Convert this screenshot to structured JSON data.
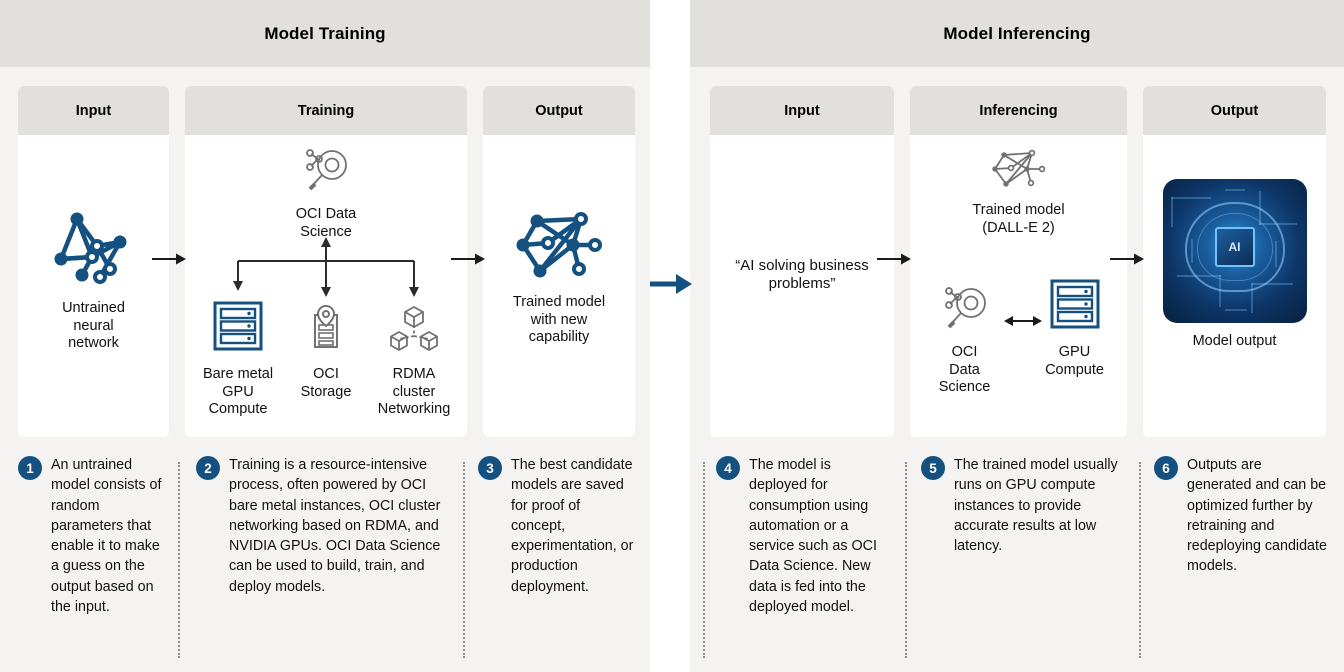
{
  "panels": [
    {
      "id": "training",
      "title": "Model Training",
      "columns": [
        {
          "key": "input",
          "header": "Input"
        },
        {
          "key": "training",
          "header": "Training"
        },
        {
          "key": "output",
          "header": "Output"
        }
      ],
      "nodes": {
        "untrained_model": "Untrained\nneural\nnetwork",
        "oci_data_science": "OCI Data\nScience",
        "bare_metal_gpu": "Bare metal\nGPU\nCompute",
        "oci_storage": "OCI\nStorage",
        "rdma_networking": "RDMA\ncluster\nNetworking",
        "trained_model": "Trained model\nwith new\ncapability"
      }
    },
    {
      "id": "inferencing",
      "title": "Model Inferencing",
      "columns": [
        {
          "key": "input",
          "header": "Input"
        },
        {
          "key": "inferencing",
          "header": "Inferencing"
        },
        {
          "key": "output",
          "header": "Output"
        }
      ],
      "nodes": {
        "prompt": "“AI solving business\nproblems”",
        "trained_model": "Trained model\n(DALL-E 2)",
        "oci_data_science": "OCI\nData\nScience",
        "gpu_compute": "GPU\nCompute",
        "model_output": "Model output",
        "chip_label": "AI"
      }
    }
  ],
  "notes": [
    {
      "num": "1",
      "text": "An untrained model consists of random parameters that enable it to make a guess on the output based on the input."
    },
    {
      "num": "2",
      "text": "Training is a resource-intensive process, often powered by OCI bare metal instances, OCI cluster networking based on RDMA, and NVIDIA GPUs. OCI Data Science can be used to build, train, and deploy models."
    },
    {
      "num": "3",
      "text": "The best candidate models are saved for proof of concept, experimentation, or production deployment."
    },
    {
      "num": "4",
      "text": "The model is deployed for consumption using automation or a service such as OCI Data Science. New data is fed into the deployed model."
    },
    {
      "num": "5",
      "text": "The trained model usually runs on GPU compute instances to provide accurate results at low latency."
    },
    {
      "num": "6",
      "text": "Outputs are generated and can be optimized further by retraining and redeploying candidate models."
    }
  ],
  "colors": {
    "panel_background": "#f4f3f1",
    "header_background": "#e2e0dc",
    "card_background": "#ffffff",
    "accent_blue": "#145181",
    "icon_gray": "#6f7173",
    "arrow_dark": "#1a1a1a",
    "divider_dotted": "#8d8d8d"
  }
}
